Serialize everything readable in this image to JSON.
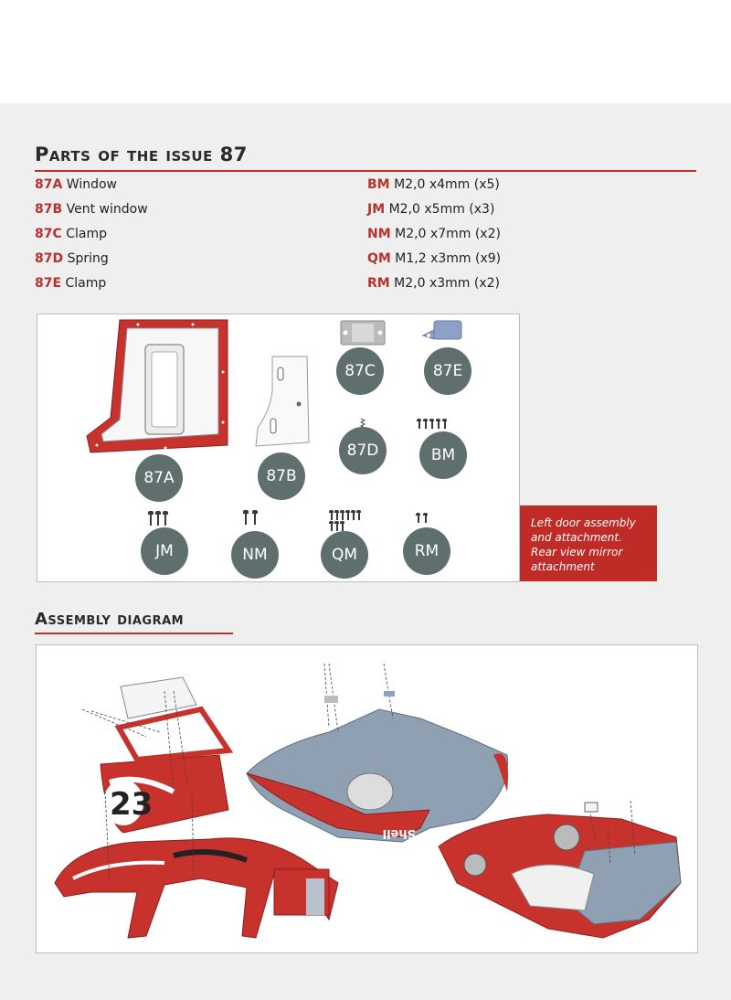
{
  "parts_section": {
    "title": "Parts of the issue 87",
    "left_items": [
      {
        "code": "87A",
        "label": "Window"
      },
      {
        "code": "87B",
        "label": "Vent window"
      },
      {
        "code": "87C",
        "label": "Clamp"
      },
      {
        "code": "87D",
        "label": "Spring"
      },
      {
        "code": "87E",
        "label": "Clamp"
      }
    ],
    "right_items": [
      {
        "code": "BM",
        "label": "M2,0 x4mm (x5)"
      },
      {
        "code": "JM",
        "label": "M2,0 x5mm (x3)"
      },
      {
        "code": "NM",
        "label": "M2,0 x7mm (x2)"
      },
      {
        "code": "QM",
        "label": "M1,2 x3mm (x9)"
      },
      {
        "code": "RM",
        "label": "M2,0 x3mm (x2)"
      }
    ]
  },
  "parts_panel": {
    "badges": {
      "b87A": "87A",
      "b87B": "87B",
      "b87C": "87C",
      "b87D": "87D",
      "b87E": "87E",
      "bBM": "BM",
      "bJM": "JM",
      "bNM": "NM",
      "bQM": "QM",
      "bRM": "RM"
    },
    "note": {
      "line1": "Left door assembly",
      "line2": "and attachment.",
      "line3": "Rear view mirror",
      "line4": "attachment"
    }
  },
  "assembly_section": {
    "title": "Assembly diagram",
    "car_number": "23",
    "sponsor_text": "Shell"
  },
  "colors": {
    "accent": "#c02a27",
    "badge": "#5f6f6d",
    "part_gray": "#8fa0b3"
  }
}
